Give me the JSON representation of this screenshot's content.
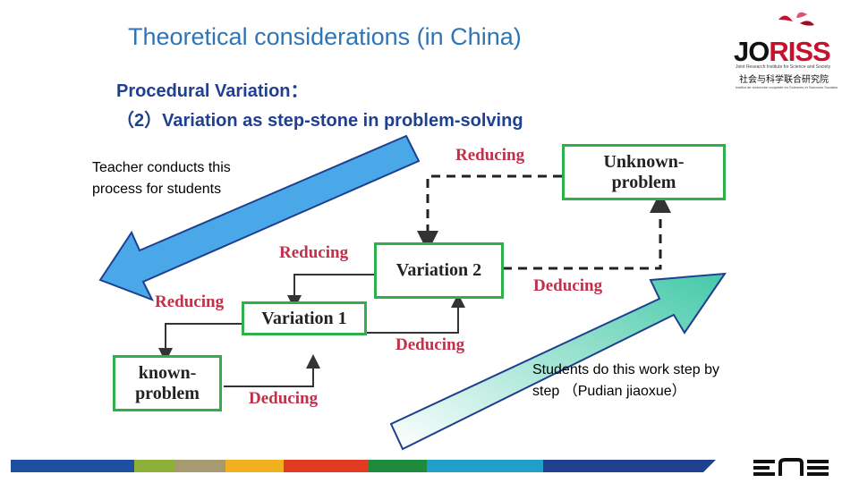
{
  "slide": {
    "title": "Theoretical considerations (in China)",
    "subtitle_line1": "Procedural Variation：",
    "subtitle_line2": "（2）Variation as step-stone in problem-solving"
  },
  "notes": {
    "teacher": "Teacher conducts this process for students",
    "students": "Students do this work step by step （Pudian jiaoxue）"
  },
  "diagram": {
    "boxes": {
      "known": "known-problem",
      "variation1": "Variation 1",
      "variation2": "Variation 2",
      "unknown": "Unknown-problem"
    },
    "labels": {
      "reducing_top": "Reducing",
      "reducing_mid": "Reducing",
      "reducing_left": "Reducing",
      "deducing_bottom": "Deducing",
      "deducing_mid": "Deducing",
      "deducing_right": "Deducing"
    }
  },
  "logo": {
    "name_pre": "JO",
    "name_post": "RISS",
    "line1": "Joint Research Institute for Science and Society",
    "chinese": "社会与科学联合研究院",
    "line2": "Institut de recherche conjointe en Sciences et Sciences Sociales"
  },
  "colors": {
    "title": "#2f75b5",
    "subtitle": "#1f3f8f",
    "box_border": "#2fb04a",
    "label": "#c0304a",
    "arrow_blue": "#4aa8e8",
    "arrow_teal": "#5fcfb4"
  }
}
